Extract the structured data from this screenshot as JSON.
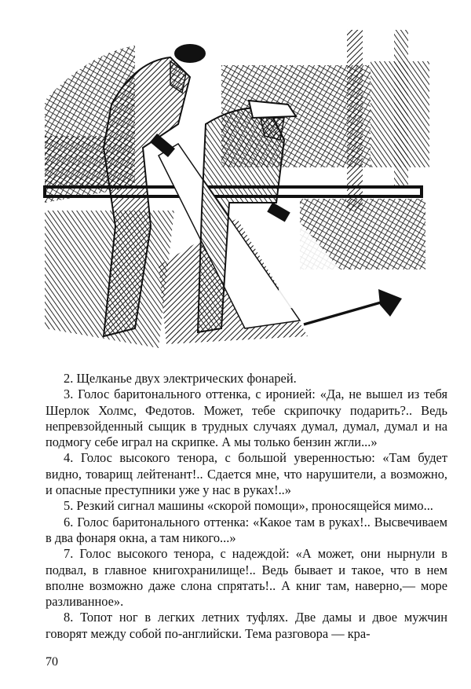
{
  "illustration": {
    "description": "Pen-and-ink drawing: two uniformed men shining flashlights in a dark library room; an axe lies on the floor in the light beam",
    "ink_color": "#111111",
    "paper_color": "#ffffff"
  },
  "paragraphs": [
    {
      "number": "2.",
      "text": "2. Щелканье двух электрических фонарей."
    },
    {
      "number": "3.",
      "text": "3. Голос баритонального оттенка, с иронией: «Да, не вышел из тебя Шерлок Холмс, Федотов. Может, тебе скрипочку пода­рить?.. Ведь непревзойденный сыщик в трудных случаях думал, думал, думал и на подмогу себе играл на скрипке. А мы только бензин жгли...»"
    },
    {
      "number": "4.",
      "text": "4. Голос высокого тенора, с большой уверенностью: «Там бу­дет видно, товарищ лейтенант!.. Сдается мне, что нарушители, а возможно, и опасные преступники уже у нас в руках!..»"
    },
    {
      "number": "5.",
      "text": "5. Резкий сигнал машины «скорой помощи», проносящейся мимо..."
    },
    {
      "number": "6.",
      "text": "6. Голос баритонального оттенка: «Какое там в руках!.. Вы­свечиваем в два фонаря окна, а там никого...»"
    },
    {
      "number": "7.",
      "text": "7. Голос высокого тенора, с надеждой: «А может, они нырнули в подвал, в главное книгохранилище!.. Ведь бывает и такое, что в нем вполне возможно даже слона спрятать!.. А книг там, наверно,— море разливанное»."
    },
    {
      "number": "8.",
      "text": "8. Топот ног в легких летних туфлях. Две дамы и двое муж­чин говорят между собой по-английски. Тема разговора — кра-"
    }
  ],
  "page_number": "70"
}
